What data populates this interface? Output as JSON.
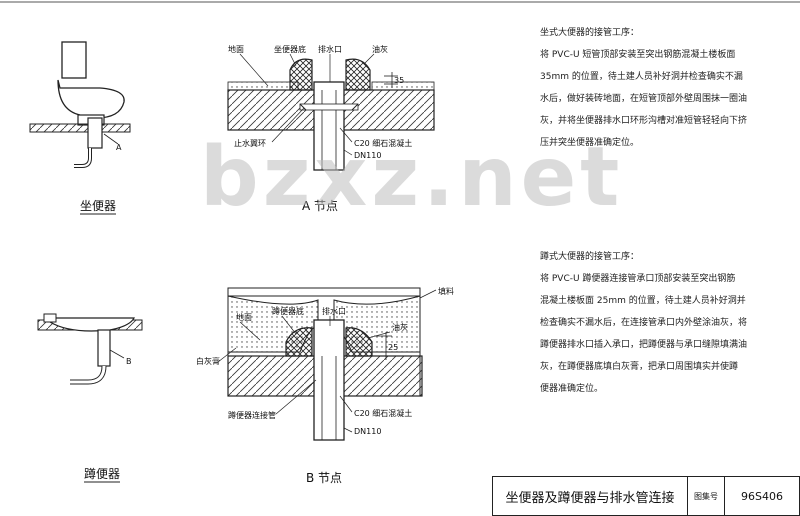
{
  "labels": {
    "ground_a": "地面",
    "seat_base": "坐便器底",
    "drain_a": "排水口",
    "putty_a": "油灰",
    "dim_a": "35",
    "water_ring": "止水翼环",
    "concrete_a": "C20 细石混凝土",
    "dn_a": "DN110",
    "node_a": "A 节点",
    "ground_b": "地面",
    "squat_base": "蹲便器底",
    "drain_b": "排水口",
    "fill": "填料",
    "putty_b": "油灰",
    "dim_b": "25",
    "white_ash": "白灰膏",
    "squat_conn": "蹲便器连接管",
    "concrete_b": "C20 细石混凝土",
    "dn_b": "DN110",
    "node_b": "B 节点",
    "seat_toilet": "坐便器",
    "squat_toilet": "蹲便器",
    "callout_a": "A",
    "callout_b": "B"
  },
  "notes": {
    "seat_title": "坐式大便器的接管工序：",
    "seat_l1": "将 PVC-U 短管顶部安装至突出钢筋混凝土楼板面",
    "seat_l2": "35mm 的位置，待土建人员补好洞并检查确实不漏",
    "seat_l3": "水后，做好装砖地面，在短管顶部外壁周围抹一圈油",
    "seat_l4": "灰，并将坐便器排水口环形沟槽对准短管轻轻向下挤",
    "seat_l5": "压并突坐便器准确定位。",
    "squat_title": "蹲式大便器的接管工序：",
    "squat_l1": "将 PVC-U 蹲便器连接管承口顶部安装至突出钢筋",
    "squat_l2": "混凝土楼板面 25mm 的位置，待土建人员补好洞并",
    "squat_l3": "检查确实不漏水后，在连接管承口内外壁涂油灰，将",
    "squat_l4": "蹲便器排水口插入承口，把蹲便器与承口缝隙填满油",
    "squat_l5": "灰，在蹲便器底填白灰膏，把承口周围填实并使蹲",
    "squat_l6": "便器准确定位。"
  },
  "title_block": {
    "title": "坐便器及蹲便器与排水管连接",
    "label": "图集号",
    "number": "96S406"
  },
  "watermark": "bzxz.net"
}
